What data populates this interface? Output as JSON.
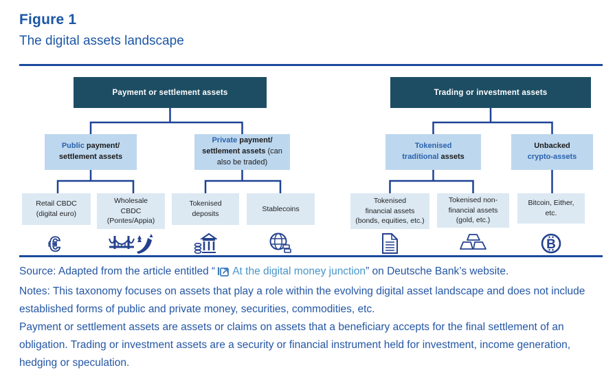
{
  "figure": {
    "label": "Figure 1",
    "title": "The digital assets landscape"
  },
  "colors": {
    "root_box": "#1d4d63",
    "level2_box": "#bdd7ee",
    "leaf_box": "#dce9f3",
    "connector": "#1e4296",
    "accent_text": "#2b62ad",
    "title_text": "#1c56a5",
    "body_text": "#2456a4",
    "link_text": "#4795cb",
    "rule": "#1b4a9e",
    "icon_stroke": "#24418f"
  },
  "diagram": {
    "left": {
      "root": "Payment or settlement assets",
      "level2": [
        {
          "parts": [
            {
              "t": "Public ",
              "c": "seg-accent"
            },
            {
              "t": "payment/\nsettlement assets",
              "c": "seg-dark"
            }
          ]
        },
        {
          "parts": [
            {
              "t": "Private ",
              "c": "seg-accent"
            },
            {
              "t": "payment/\nsettlement assets ",
              "c": "seg-dark"
            },
            {
              "t": "(can\nalso be traded)",
              "c": "seg-plain"
            }
          ]
        }
      ],
      "leaves": [
        {
          "label": "Retail CBDC\n(digital euro)",
          "icon": "euro-icon"
        },
        {
          "label": "Wholesale\nCBDC\n(Pontes/Appia)",
          "icon": "bridge-road-icon"
        },
        {
          "label": "Tokenised\ndeposits",
          "icon": "bank-columns-icon"
        },
        {
          "label": "Stablecoins",
          "icon": "globe-coins-icon"
        }
      ]
    },
    "right": {
      "root": "Trading or investment assets",
      "level2": [
        {
          "parts": [
            {
              "t": "Tokenised\ntraditional ",
              "c": "seg-accent"
            },
            {
              "t": "assets",
              "c": "seg-dark"
            }
          ]
        },
        {
          "parts": [
            {
              "t": "Unbacked\n",
              "c": "seg-dark"
            },
            {
              "t": "crypto-assets",
              "c": "seg-accent"
            }
          ]
        }
      ],
      "leaves": [
        {
          "label": "Tokenised\nfinancial assets\n(bonds, equities, etc.)",
          "icon": "document-icon"
        },
        {
          "label": "Tokenised non-\nfinancial assets\n(gold, etc.)",
          "icon": "gold-bars-icon"
        },
        {
          "label": "Bitcoin, Either,\netc.",
          "icon": "bitcoin-icon"
        }
      ]
    }
  },
  "source": {
    "prefix": "Source: Adapted from the article entitled “",
    "link_icon": "external-link-icon",
    "link_label": "At the digital money junction",
    "suffix": "” on Deutsche Bank’s website."
  },
  "notes": [
    "Notes: This taxonomy focuses on assets that play a role within the evolving digital asset landscape and does not include established forms of public and private money, securities, commodities, etc.",
    "Payment or settlement assets are assets or claims on assets that a beneficiary accepts for the final settlement of an obligation. Trading or investment assets are a security or financial instrument held for investment, income generation, hedging or speculation."
  ]
}
